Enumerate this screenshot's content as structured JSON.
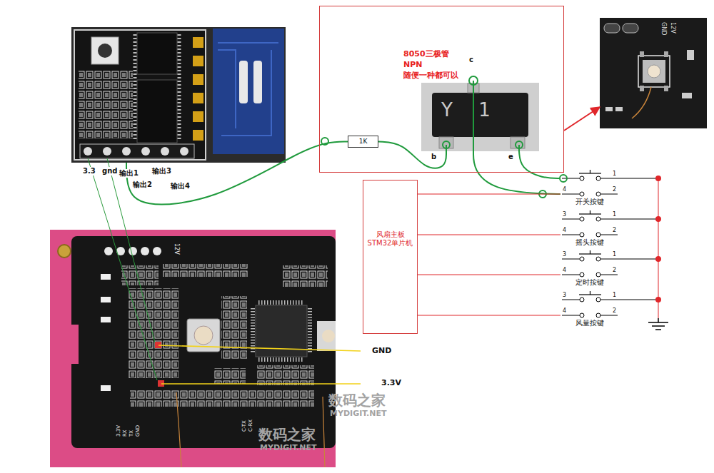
{
  "diagram": {
    "nodes": [
      {
        "text": [
          "3.3",
          "gnd",
          "输出1",
          "输出3",
          "输出2",
          "输出4"
        ]
      },
      {
        "text": [
          "8050三极管",
          "NPN",
          "随便一种都可以"
        ]
      },
      {
        "text": [
          "1K"
        ],
        "in": 1
      },
      {
        "text": [
          "c",
          "Y 1",
          "b",
          "e"
        ],
        "in": 1
      },
      {
        "text": [
          "GND",
          "12V"
        ]
      },
      {
        "text": [
          "风扇主板",
          "STM32单片机"
        ]
      },
      {
        "text": [
          "1",
          "4",
          "2",
          "开关按键"
        ]
      },
      {
        "text": [
          "3",
          "1",
          "4",
          "2",
          "摇头按键"
        ]
      },
      {
        "text": [
          "3",
          "1",
          "4",
          "2",
          "定时按键"
        ]
      },
      {
        "text": [
          "3",
          "1",
          "4",
          "2",
          "风量按键"
        ]
      }
    ],
    "edges": [
      {
        "from": 0,
        "to": 2,
        "arrow": "none"
      },
      {
        "from": 2,
        "to": 3,
        "arrow": "none"
      },
      {
        "from": 1,
        "to": 4,
        "arrow": "to"
      },
      {
        "from": 3,
        "to": 6,
        "arrow": "none"
      },
      {
        "from": 3,
        "to": 6,
        "arrow": "none"
      },
      {
        "from": 5,
        "to": 6,
        "arrow": "none"
      },
      {
        "from": 5,
        "to": 7,
        "arrow": "none"
      },
      {
        "from": 5,
        "to": 8,
        "arrow": "none"
      },
      {
        "from": 5,
        "to": 9,
        "arrow": "none"
      }
    ],
    "labels": [
      "12V",
      "3.3V",
      "RX",
      "TX",
      "GND",
      "C-TX",
      "C-RX",
      "GND",
      "3.3V",
      "数码之家",
      "MYDIGIT.NET",
      "数码之家",
      "MYDIGIT.NET"
    ]
  }
}
